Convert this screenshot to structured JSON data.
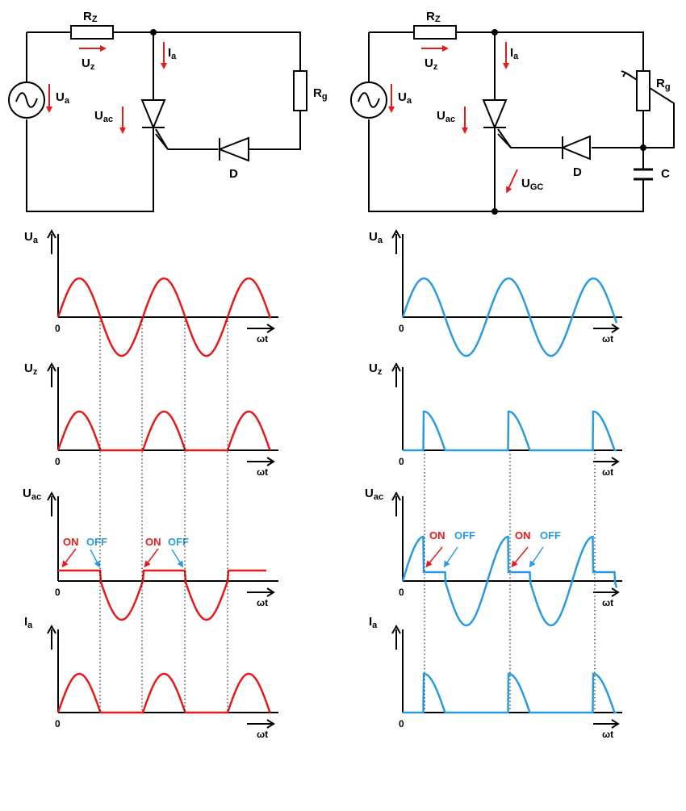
{
  "colors": {
    "left_trace": "#e31b1b",
    "right_trace": "#2b9be0",
    "annotation_red": "#e31b1b",
    "annotation_blue": "#2b9be0",
    "wire": "#000000"
  },
  "circuits": {
    "left": {
      "labels": {
        "Rz": [
          "R",
          "Z"
        ],
        "Uz": [
          "U",
          "z"
        ],
        "Ia": [
          "I",
          "a"
        ],
        "Ua": [
          "U",
          "a"
        ],
        "Uac": [
          "U",
          "ac"
        ],
        "Rg": [
          "R",
          "g"
        ],
        "D": "D"
      }
    },
    "right": {
      "labels": {
        "Rz": [
          "R",
          "Z"
        ],
        "Uz": [
          "U",
          "z"
        ],
        "Ia": [
          "I",
          "a"
        ],
        "Ua": [
          "U",
          "a"
        ],
        "Uac": [
          "U",
          "ac"
        ],
        "Rg": [
          "R",
          "g"
        ],
        "D": "D",
        "UGC": [
          "U",
          "GC"
        ],
        "C": "C"
      }
    }
  },
  "plots": {
    "left": {
      "Ua": {
        "ylabel": [
          "U",
          "a"
        ],
        "origin": "0",
        "xlabel": "ωt"
      },
      "Uz": {
        "ylabel": [
          "U",
          "z"
        ],
        "origin": "0",
        "xlabel": "ωt"
      },
      "Uac": {
        "ylabel": [
          "U",
          "ac"
        ],
        "origin": "0",
        "xlabel": "ωt",
        "on_label": "ON",
        "off_label": "OFF"
      },
      "Ia": {
        "ylabel": [
          "I",
          "a"
        ],
        "origin": "0",
        "xlabel": "ωt"
      }
    },
    "right": {
      "Ua": {
        "ylabel": [
          "U",
          "a"
        ],
        "origin": "0",
        "xlabel": "ωt"
      },
      "Uz": {
        "ylabel": [
          "U",
          "z"
        ],
        "origin": "0",
        "xlabel": "ωt"
      },
      "Uac": {
        "ylabel": [
          "U",
          "ac"
        ],
        "origin": "0",
        "xlabel": "ωt",
        "on_label": "ON",
        "off_label": "OFF"
      },
      "Ia": {
        "ylabel": [
          "I",
          "a"
        ],
        "origin": "0",
        "xlabel": "ωt"
      }
    }
  }
}
